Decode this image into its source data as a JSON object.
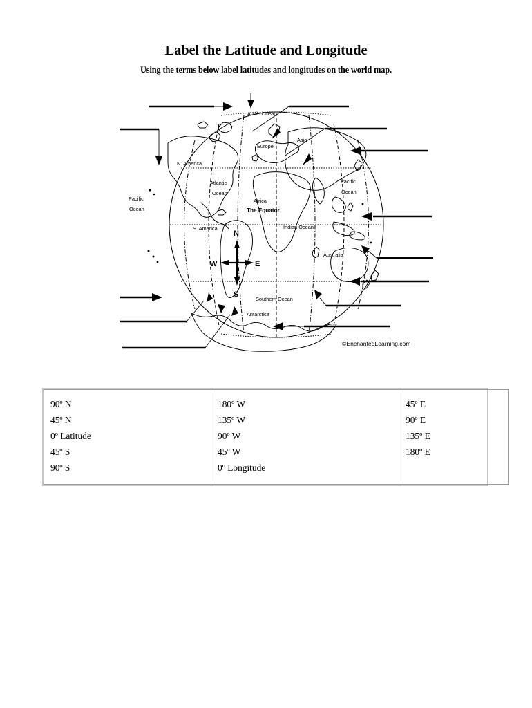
{
  "header": {
    "title": "Label the Latitude and Longitude",
    "subtitle": "Using the terms below  label latitudes and longitudes on the world map."
  },
  "map": {
    "credit": "©EnchantedLearning.com",
    "geo_labels": [
      {
        "name": "arctic-ocean",
        "text": "Arctic Ocean"
      },
      {
        "name": "europe",
        "text": "Europe"
      },
      {
        "name": "asia",
        "text": "Asia"
      },
      {
        "name": "north-america",
        "text": "N. America"
      },
      {
        "name": "atlantic-ocean-1",
        "text": "Atlantic"
      },
      {
        "name": "atlantic-ocean-2",
        "text": "Ocean"
      },
      {
        "name": "pacific-ocean-west-1",
        "text": "Pacific"
      },
      {
        "name": "pacific-ocean-west-2",
        "text": "Ocean"
      },
      {
        "name": "pacific-ocean-east-1",
        "text": "Pacific"
      },
      {
        "name": "pacific-ocean-east-2",
        "text": "Ocean"
      },
      {
        "name": "africa",
        "text": "Africa"
      },
      {
        "name": "south-america",
        "text": "S. America"
      },
      {
        "name": "indian-ocean",
        "text": "Indian Ocean"
      },
      {
        "name": "australia",
        "text": "Australia"
      },
      {
        "name": "southern-ocean",
        "text": "Southern Ocean"
      },
      {
        "name": "antarctica",
        "text": "Antarctica"
      },
      {
        "name": "equator",
        "text": "The Equator"
      }
    ],
    "compass": {
      "north": "N",
      "south": "S",
      "east": "E",
      "west": "W"
    },
    "answer_blanks_count": 16
  },
  "word_bank": {
    "columns": [
      {
        "name": "latitude-terms",
        "terms": [
          "90º N",
          "45º N",
          "0º Latitude",
          "45º S",
          "90º S"
        ]
      },
      {
        "name": "west-longitude-terms",
        "terms": [
          "180º W",
          "135º W",
          "90º W",
          "45º W",
          "0º Longitude"
        ]
      },
      {
        "name": "east-longitude-terms",
        "terms": [
          "45º E",
          "90º E",
          "135º E",
          "180º E"
        ]
      }
    ]
  }
}
